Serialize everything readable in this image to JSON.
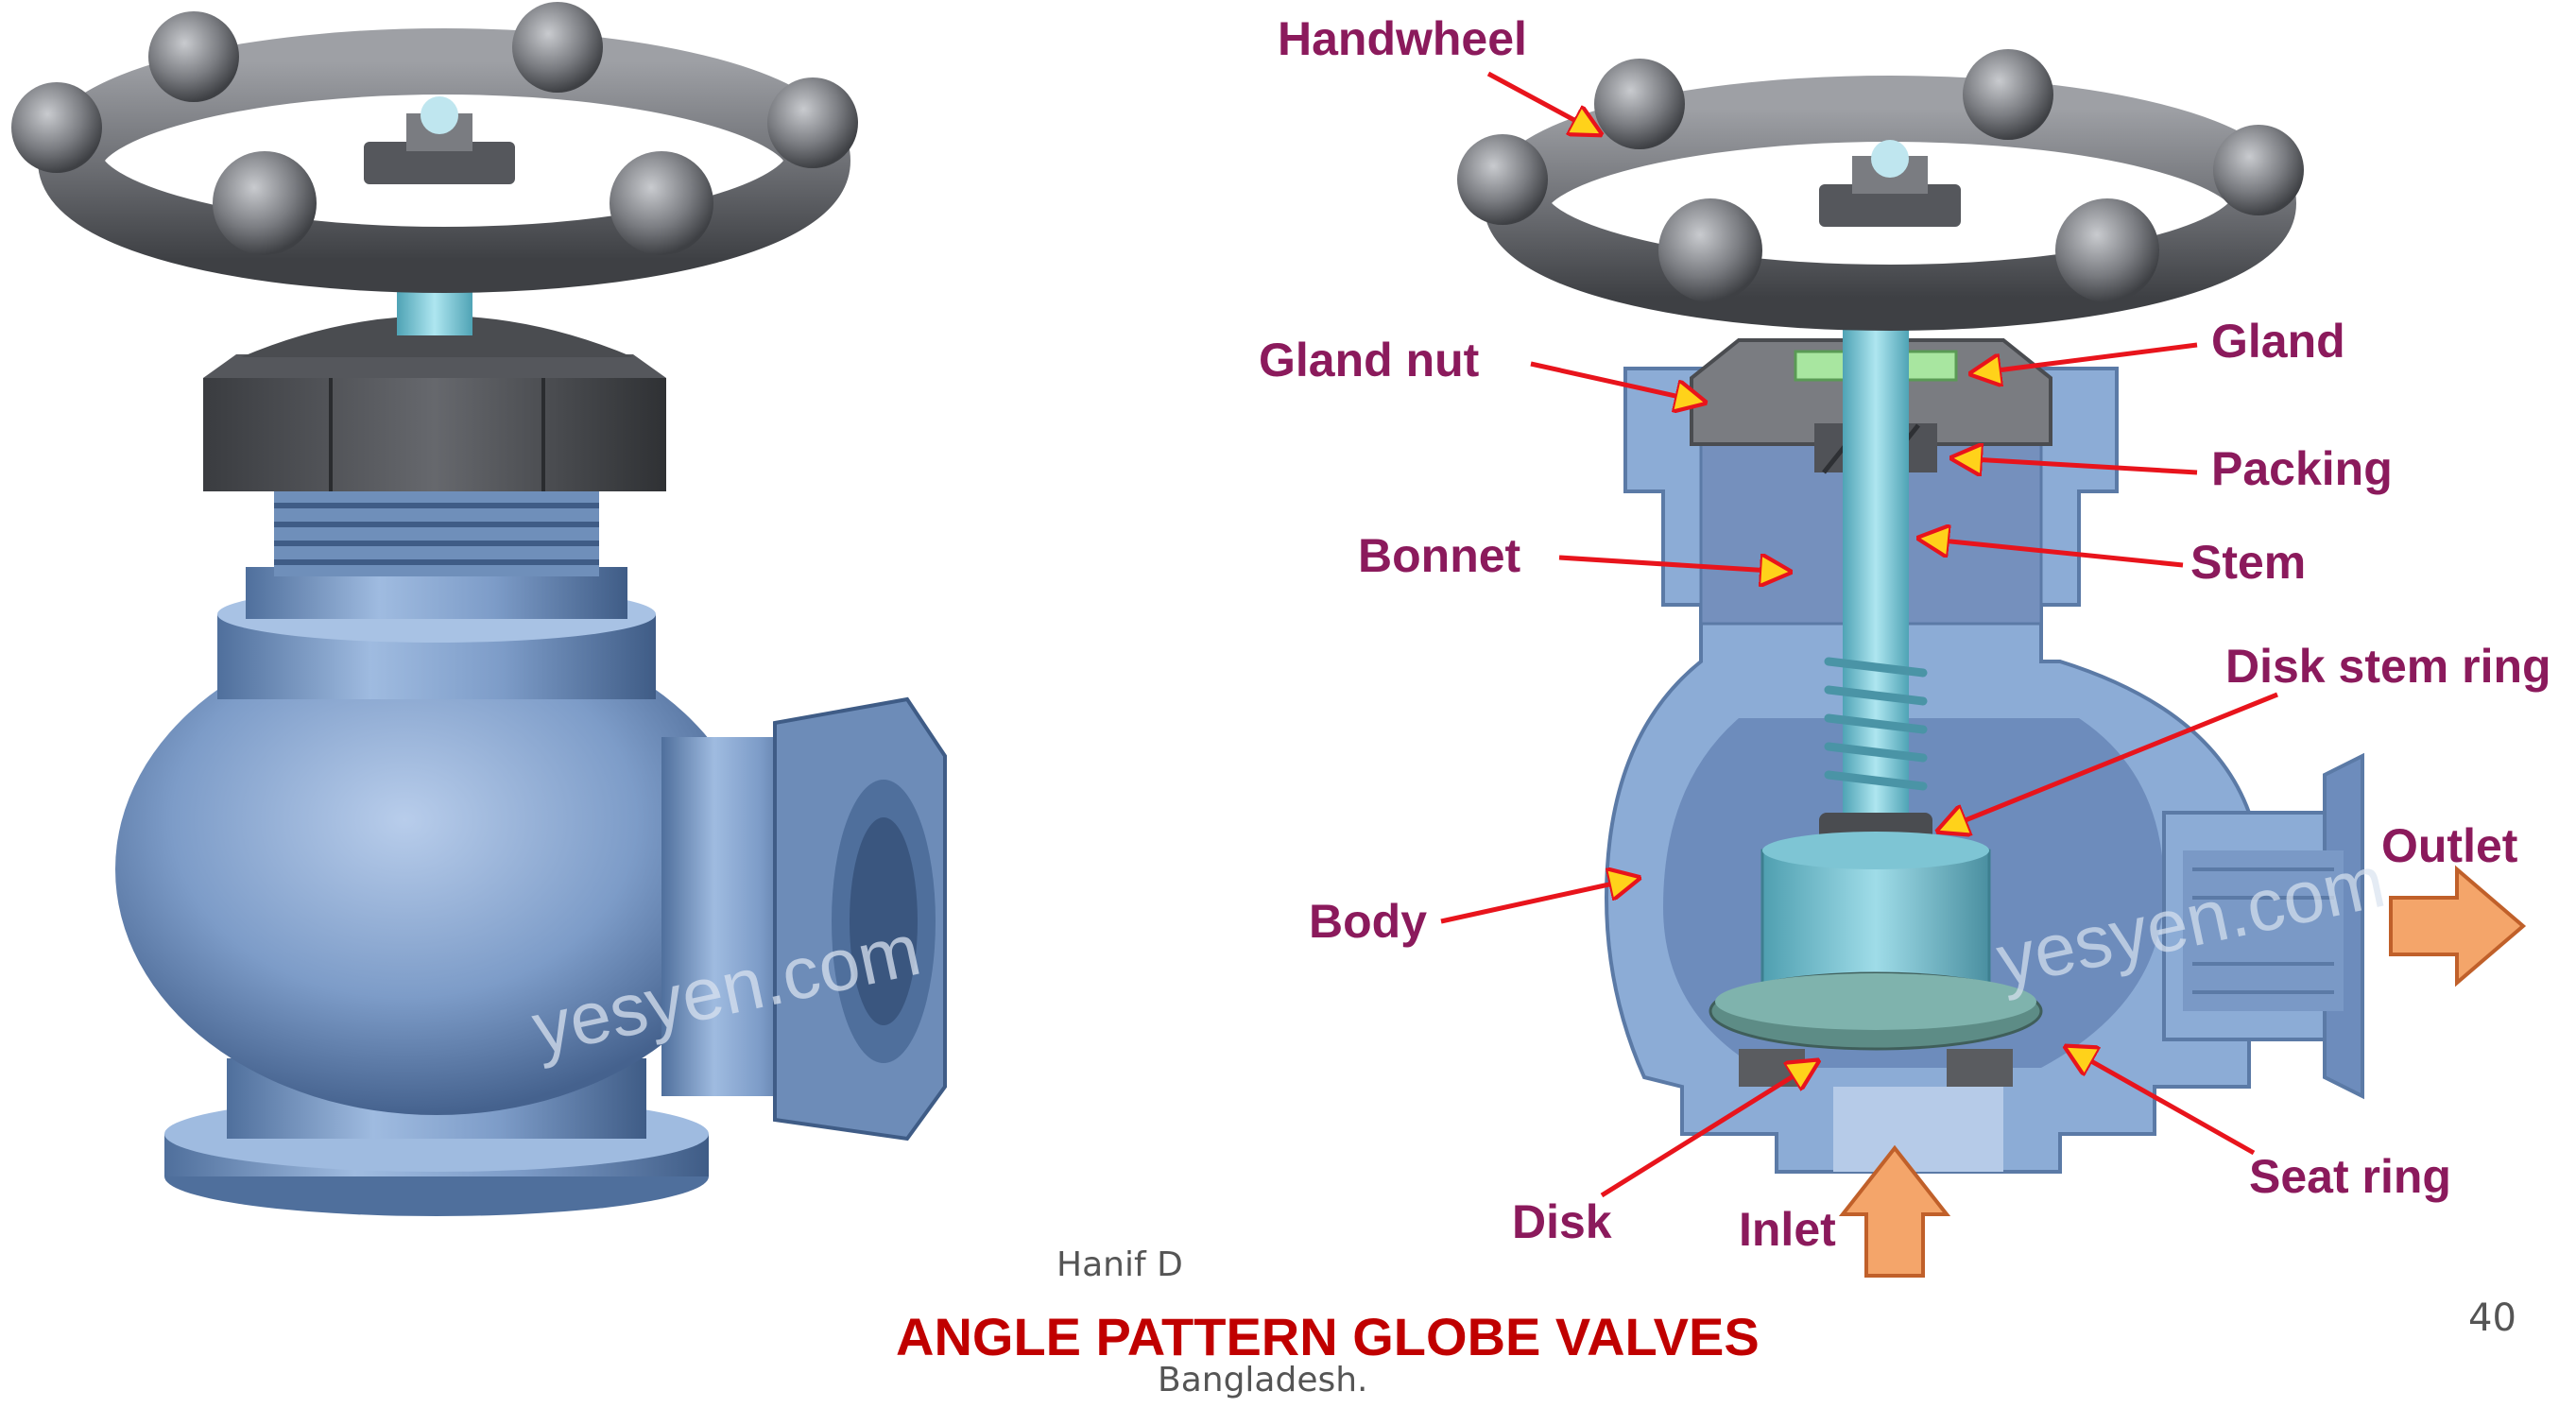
{
  "colors": {
    "label_text": "#8b1a5c",
    "arrow_line": "#e8141c",
    "arrow_head": "#ffd21a",
    "title_red": "#c00000",
    "steel_blue": "#7d9cc8",
    "handwheel_gray": "#6f7176",
    "stem_cyan": "#8fd3e0",
    "packing_green": "#a8e6a0",
    "flow_arrow": "#f4a56a"
  },
  "labels": {
    "handwheel": "Handwheel",
    "gland_nut": "Gland nut",
    "gland": "Gland",
    "packing": "Packing",
    "bonnet": "Bonnet",
    "stem": "Stem",
    "disk_stem_ring": "Disk stem ring",
    "body": "Body",
    "outlet": "Outlet",
    "disk": "Disk",
    "inlet": "Inlet",
    "seat_ring": "Seat ring"
  },
  "watermarks": {
    "left": "yesyen.com",
    "right": "yesyen.com"
  },
  "footer": {
    "author": "Hanif D",
    "country": "Bangladesh."
  },
  "title": "ANGLE PATTERN GLOBE VALVES",
  "page_number": "40"
}
